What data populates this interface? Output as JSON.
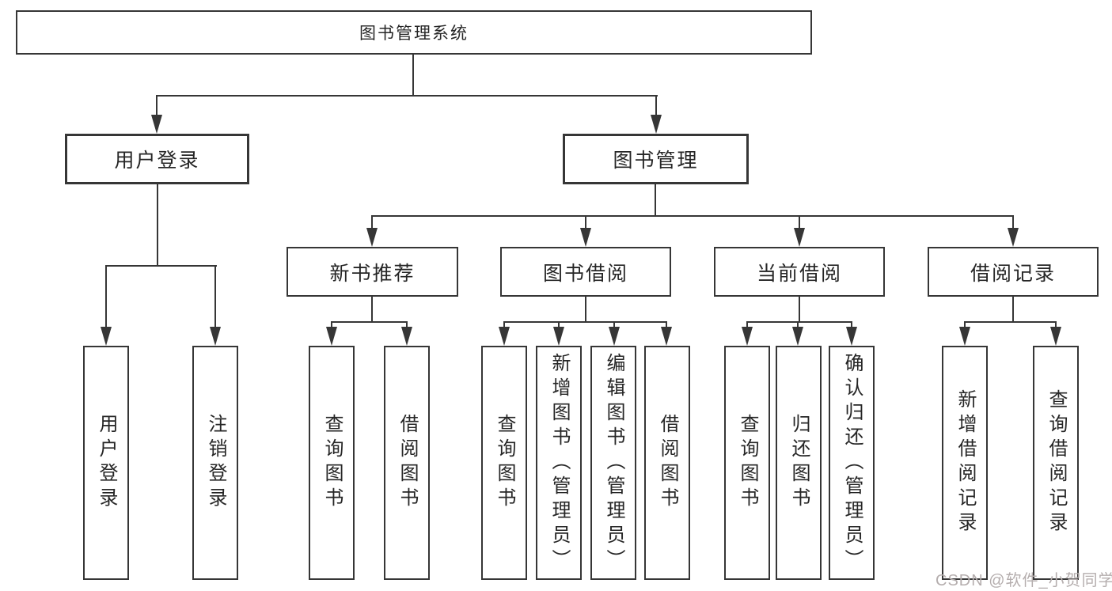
{
  "tree": {
    "root": {
      "label": "图书管理系统"
    },
    "branches": [
      {
        "label": "用户登录",
        "children": [
          {
            "label": "用户登录"
          },
          {
            "label": "注销登录"
          }
        ]
      },
      {
        "label": "图书管理",
        "children": [
          {
            "label": "新书推荐",
            "children": [
              {
                "label": "查询图书"
              },
              {
                "label": "借阅图书"
              }
            ]
          },
          {
            "label": "图书借阅",
            "children": [
              {
                "label": "查询图书"
              },
              {
                "label": "新增图书（管理员）"
              },
              {
                "label": "编辑图书（管理员）"
              },
              {
                "label": "借阅图书"
              }
            ]
          },
          {
            "label": "当前借阅",
            "children": [
              {
                "label": "查询图书"
              },
              {
                "label": "归还图书"
              },
              {
                "label": "确认归还（管理员）"
              }
            ]
          },
          {
            "label": "借阅记录",
            "children": [
              {
                "label": "新增借阅记录"
              },
              {
                "label": "查询借阅记录"
              }
            ]
          }
        ]
      }
    ]
  },
  "watermark": "CSDN @软件_小贺同学",
  "colors": {
    "line": "#363636",
    "text": "#262626",
    "box_fill": "#ffffff",
    "background": "#ffffff",
    "watermark": "#b5aeae"
  }
}
